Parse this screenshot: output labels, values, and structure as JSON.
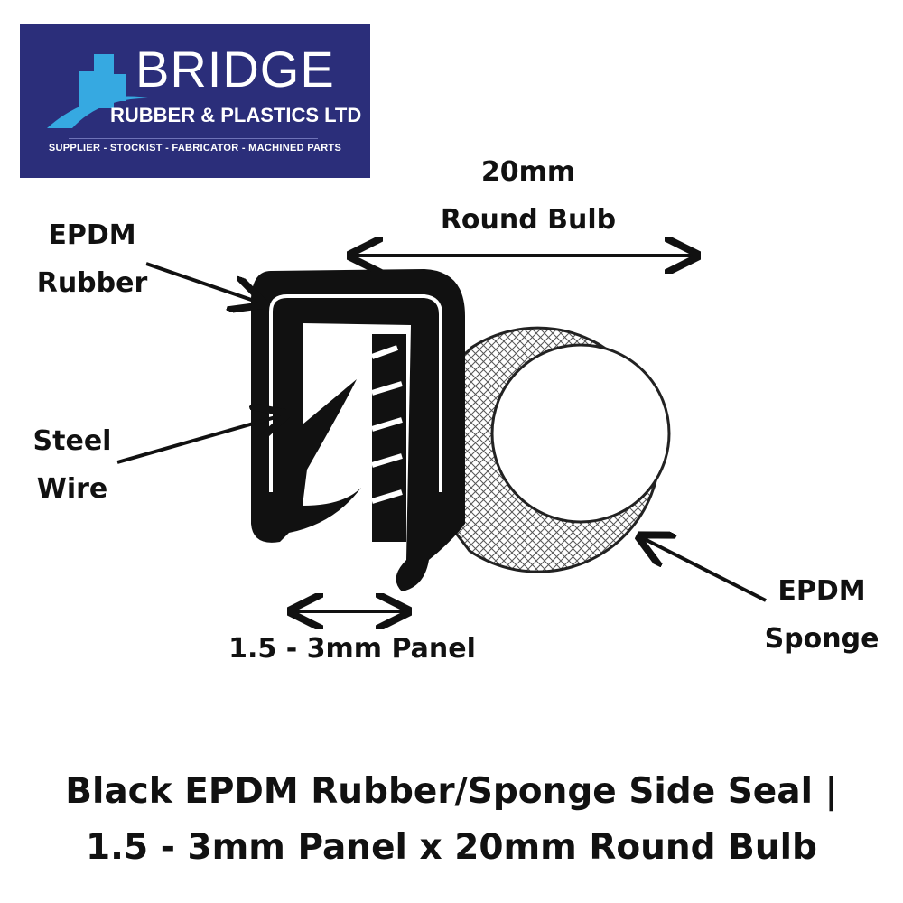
{
  "logo": {
    "brand": "BRIDGE",
    "subtitle": "RUBBER & PLASTICS LTD",
    "tagline": "SUPPLIER - STOCKIST - FABRICATOR - MACHINED PARTS",
    "colors": {
      "background": "#2b2e7a",
      "accent": "#36a9e1"
    }
  },
  "labels": {
    "bulb_size": [
      "20mm",
      "Round Bulb"
    ],
    "epdm_rubber": [
      "EPDM",
      "Rubber"
    ],
    "steel_wire": [
      "Steel",
      "Wire"
    ],
    "epdm_sponge": [
      "EPDM",
      "Sponge"
    ],
    "panel": "1.5 - 3mm Panel"
  },
  "title": {
    "line1": "Black EPDM Rubber/Sponge Side Seal |",
    "line2": "1.5 - 3mm Panel x 20mm Round Bulb"
  }
}
